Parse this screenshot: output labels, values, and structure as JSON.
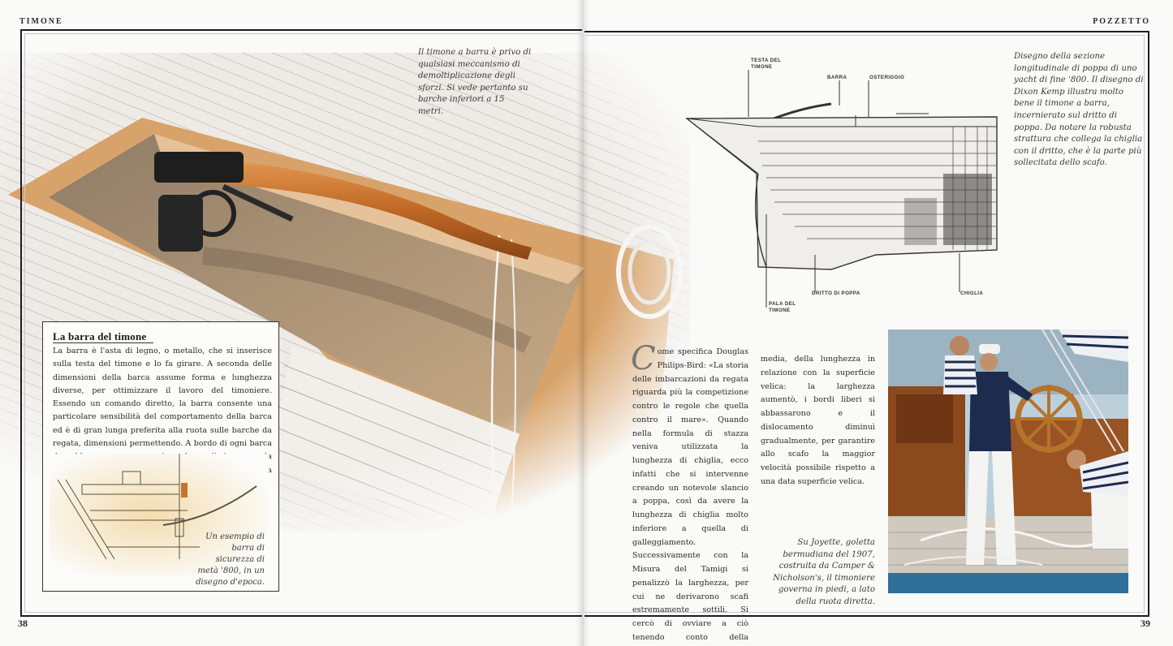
{
  "header": {
    "left_title": "TIMONE",
    "right_title": "POZZETTO"
  },
  "footer": {
    "left_page": "38",
    "right_page": "39"
  },
  "captions": {
    "tiller": "Il timone a barra è privo di qualsiasi meccanismo di demoltiplicazione degli sforzi. Si vede pertanto su barche inferiori a 15 metri.",
    "drawing": "Disegno della sezione longitudinale di poppa di uno yacht di fine '800. Il disegno di Dixon Kemp illustra molto bene il timone a barra, incernierato sul dritto di poppa. Da notare la robusta strattura che collega la chiglia con il dritto, che è la parte più sollecitata dello scafo.",
    "boat": "Su Joyette, goletta bermudiana del 1907, costruita da Camper & Nicholson's, il timoniere governa in piedi, a lato della ruota diretta.",
    "emergency": "Un esempio di barra di sicurezza di metà '800, in un disegno d'epoca."
  },
  "sidebar": {
    "title": "La barra del timone",
    "body": "La barra è l'asta di legno, o metallo, che si inserisce sulla testa del timone e lo fa girare. A seconda delle dimensioni della barca assume forma e lunghezza diverse, per ottimizzare il lavoro del timoniere. Essendo un comando diretto, la barra consente una particolare sensibilità del comportamento della barca ed è di gran lunga preferita alla ruota sulle barche da regata, dimensioni permettendo. A bordo di ogni barca dovrebbe comunque esserci una barra di sicurezza, da usare in caso di rottura dei comandi di rinvio della ruota."
  },
  "hull_labels": {
    "testa": "TESTA DEL TIMONE",
    "barra": "BARRA",
    "osteriggio": "OSTERIGGIO",
    "dritto": "DRITTO DI POPPA",
    "chiglia": "CHIGLIA",
    "pala": "PALA DEL TIMONE"
  },
  "article": {
    "dropcap": "C",
    "col1": "ome specifica Douglas Philips-Bird: «La storia delle imbarcazioni da regata riguarda più la competizione contro le regole che quella contro il mare». Quando nella formula di stazza veniva utilizzata la lunghezza di chiglia, ecco infatti che si intervenne creando un notevole slancio a poppa, così da avere la lunghezza di chiglia molto inferiore a quella di galleggiamento. Successivamente con la Misura del Tamigi si penalizzò la larghezza, per cui ne derivarono scafi estremamente sottili. Si cercò di ovviare a ciò tenendo conto della lunghezza",
    "col2": "media, della lunghezza in relazione con la superficie velica: la larghezza aumentò, i bordi liberi si abbassarono e il dislocamento diminuì gradualmente, per garantire allo scafo la maggior velocità possibile rispetto a una data superficie velica."
  },
  "colors": {
    "frame": "#1c1c2a",
    "wood": "#c8742e",
    "sea": "#2f6f9a",
    "navy": "#1d2b4e"
  }
}
